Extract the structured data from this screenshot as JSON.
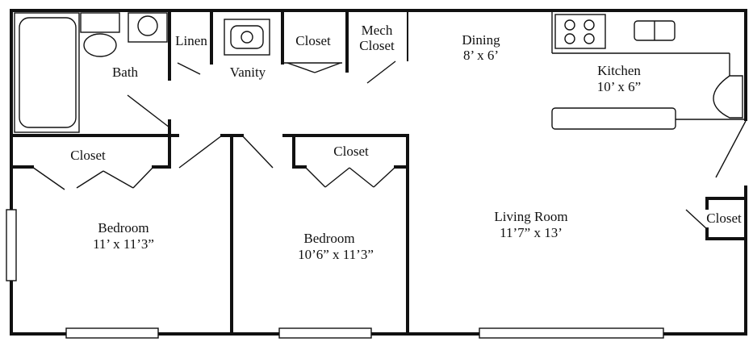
{
  "rooms": {
    "bath": {
      "label": "Bath"
    },
    "linen": {
      "label": "Linen"
    },
    "vanity": {
      "label": "Vanity"
    },
    "hall_closet": {
      "label": "Closet"
    },
    "mech_closet": {
      "label_line1": "Mech",
      "label_line2": "Closet"
    },
    "dining": {
      "label": "Dining",
      "size": "8’ x 6’"
    },
    "kitchen": {
      "label": "Kitchen",
      "size": "10’ x 6”"
    },
    "bedroom1_closet": {
      "label": "Closet"
    },
    "bedroom2_closet": {
      "label": "Closet"
    },
    "bedroom1": {
      "label": "Bedroom",
      "size": "11’ x 11’3”"
    },
    "bedroom2": {
      "label": "Bedroom",
      "size": "10’6” x 11’3”"
    },
    "living_room": {
      "label": "Living Room",
      "size": "11’7” x 13’"
    },
    "living_closet": {
      "label": "Closet"
    }
  }
}
